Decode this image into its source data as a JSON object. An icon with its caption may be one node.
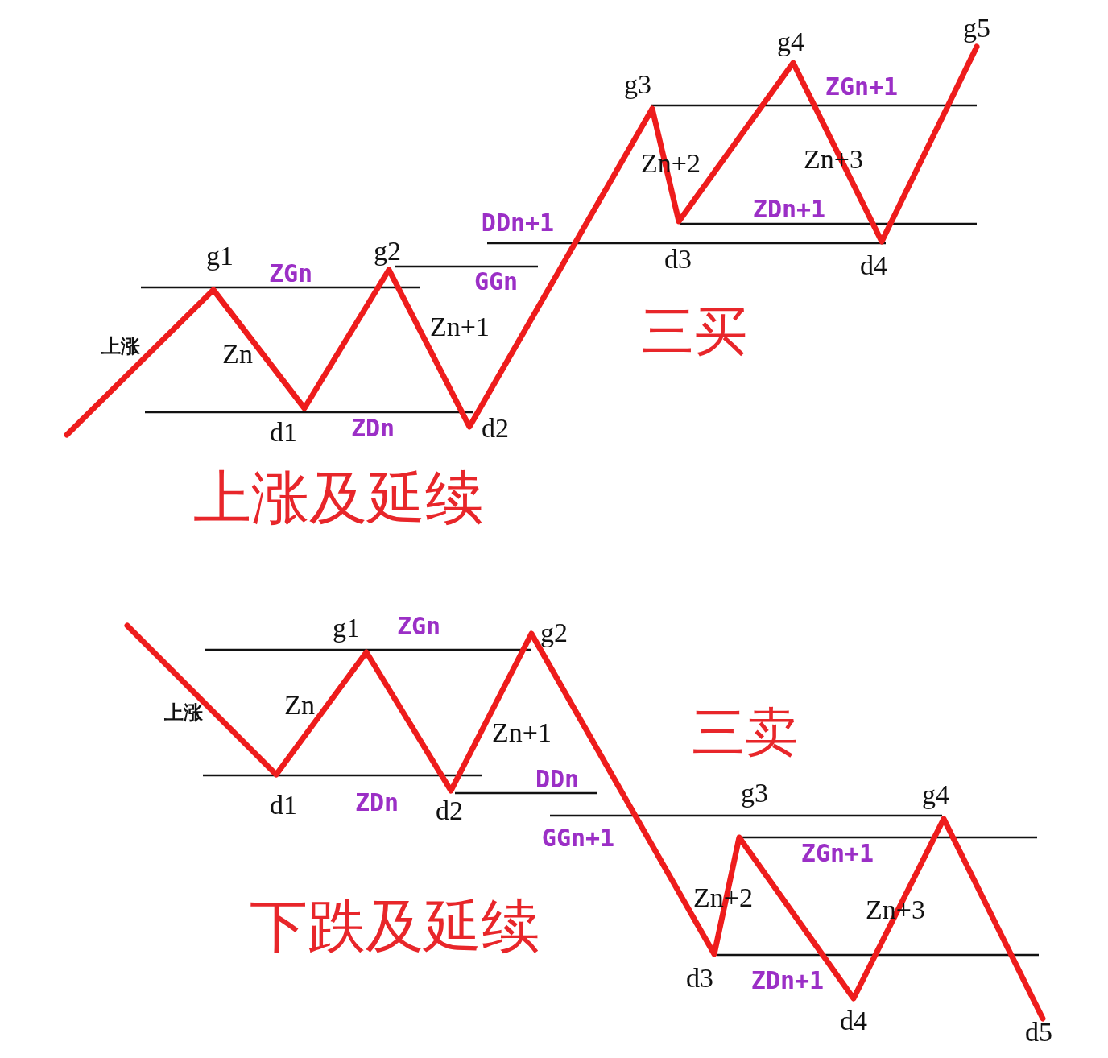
{
  "diagram": {
    "labels": [
      "g5",
      "g4",
      "g3",
      "ZGn+1",
      "Zn+2",
      "Zn+3",
      "ZDn+1",
      "DDn+1",
      "g1",
      "g2",
      "d3",
      "d4",
      "ZGn",
      "GGn",
      "Zn+1",
      "三买",
      "上涨",
      "Zn",
      "d1",
      "ZDn",
      "d2",
      "上涨及延续",
      "g1",
      "ZGn",
      "g2",
      "上涨",
      "Zn",
      "Zn+1",
      "三卖",
      "d1",
      "ZDn",
      "d2",
      "DDn",
      "g3",
      "g4",
      "GGn+1",
      "ZGn+1",
      "Zn+2",
      "Zn+3",
      "下跌及延续",
      "d3",
      "ZDn+1",
      "d4",
      "d5"
    ]
  }
}
